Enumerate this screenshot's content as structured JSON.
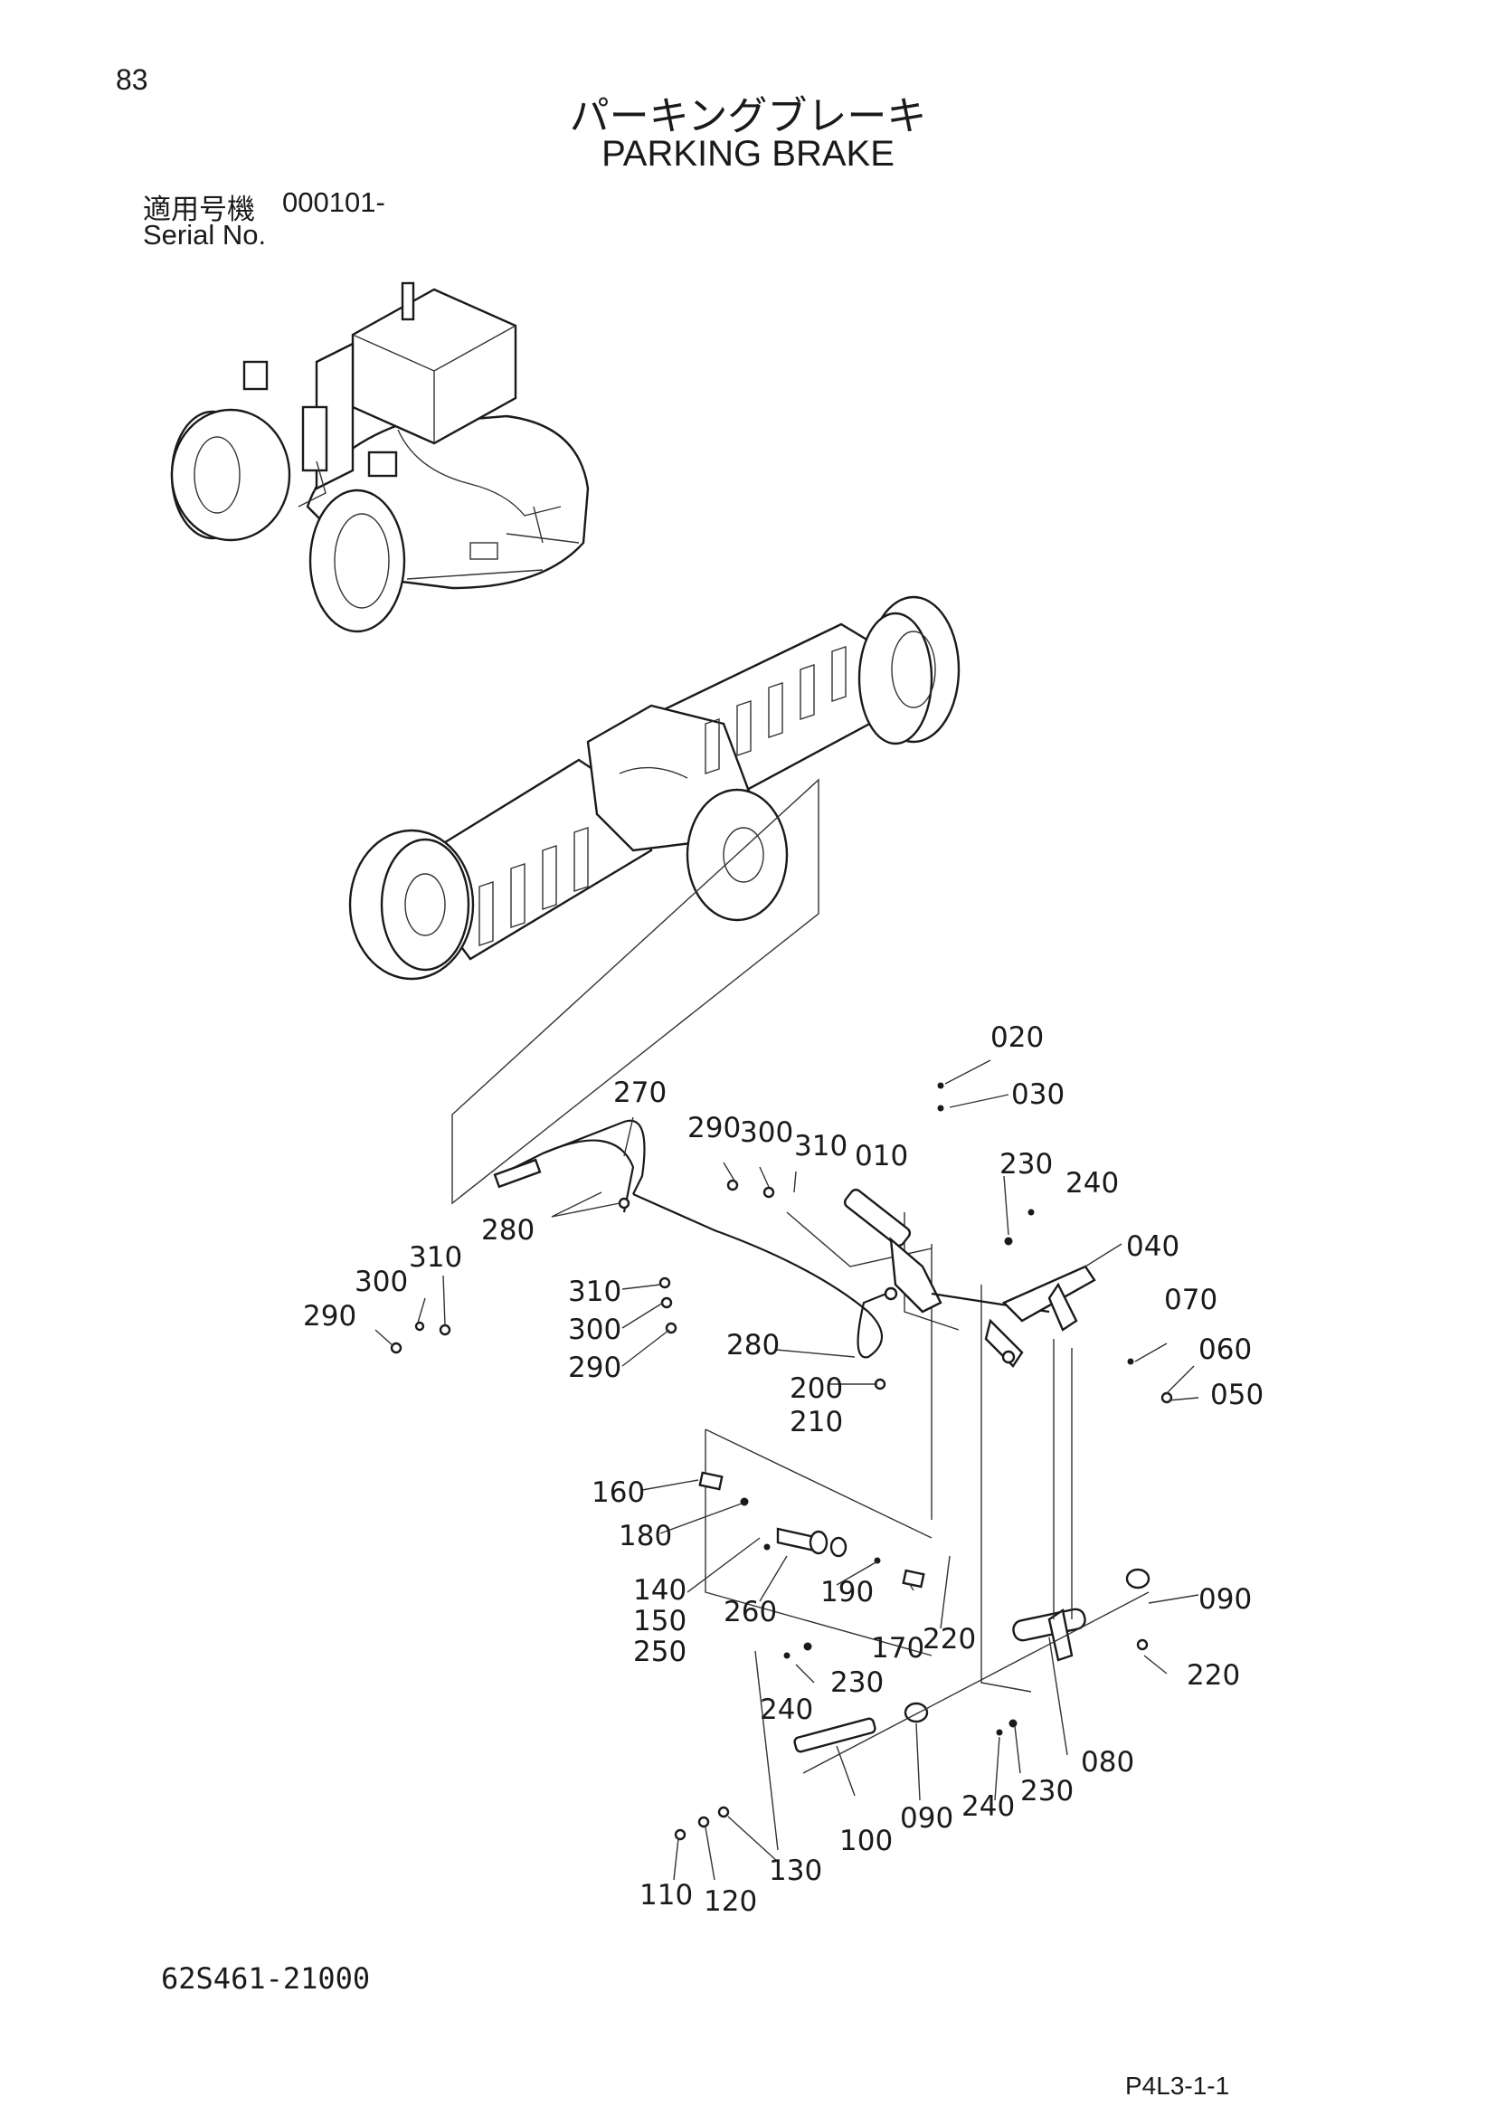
{
  "page_number": "83",
  "title_jp": "パーキングブレーキ",
  "title_en": "PARKING BRAKE",
  "serial": {
    "label_jp": "適用号機",
    "value": "000101-",
    "label_en": "Serial No."
  },
  "part_number": "62S461-21000",
  "page_code": "P4L3-1-1",
  "callouts": {
    "c010": "010",
    "c020": "020",
    "c030": "030",
    "c040": "040",
    "c050": "050",
    "c060": "060",
    "c070": "070",
    "c080": "080",
    "c090a": "090",
    "c090b": "090",
    "c100": "100",
    "c110": "110",
    "c120": "120",
    "c130": "130",
    "c140": "140",
    "c150": "150",
    "c160": "160",
    "c170": "170",
    "c180": "180",
    "c190": "190",
    "c200": "200",
    "c210": "210",
    "c220a": "220",
    "c220b": "220",
    "c230a": "230",
    "c230b": "230",
    "c230c": "230",
    "c240a": "240",
    "c240b": "240",
    "c240c": "240",
    "c250": "250",
    "c260": "260",
    "c270": "270",
    "c280a": "280",
    "c280b": "280",
    "c290a": "290",
    "c290b": "290",
    "c290c": "290",
    "c300a": "300",
    "c300b": "300",
    "c300c": "300",
    "c310a": "310",
    "c310b": "310",
    "c310c": "310"
  }
}
